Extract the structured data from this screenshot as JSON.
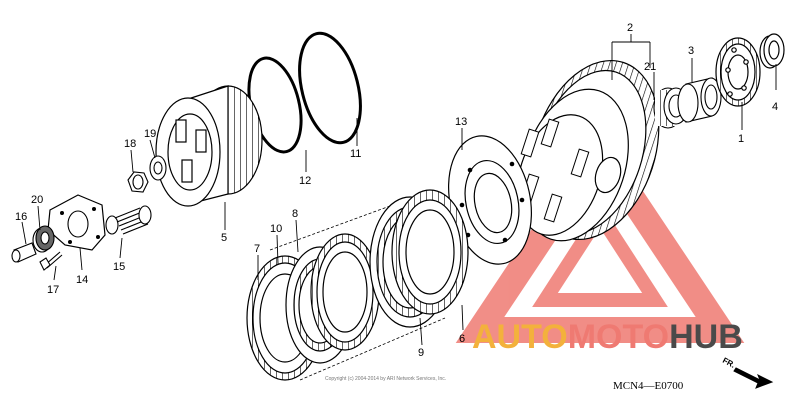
{
  "diagram": {
    "part_numbers": [
      "2",
      "3",
      "21",
      "4",
      "1",
      "13",
      "19",
      "18",
      "11",
      "12",
      "5",
      "20",
      "16",
      "17",
      "14",
      "15",
      "8",
      "7",
      "10",
      "9",
      "6"
    ],
    "drawing_code": "MCN4—E0700",
    "direction_label": "FR.",
    "copyright": "Copyright (c) 2004-2014 by ARI Network Services, Inc."
  },
  "watermark": {
    "part1": "AUTO",
    "part2": "MOTO",
    "part3": "HUB",
    "colors": {
      "orange": "#f3b13c",
      "red": "#ef7a72",
      "dark": "#4a4a4a"
    }
  }
}
